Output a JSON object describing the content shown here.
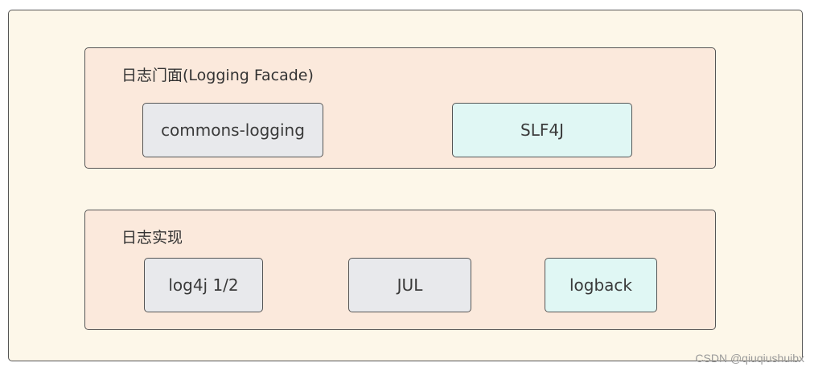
{
  "groups": {
    "facade": {
      "title": "日志门面(Logging Facade)",
      "nodes": [
        "commons-logging",
        "SLF4J"
      ]
    },
    "implementation": {
      "title": "日志实现",
      "nodes": [
        "log4j 1/2",
        "JUL",
        "logback"
      ]
    }
  },
  "watermark": "CSDN @qiuqiushuibx",
  "colors": {
    "outer_background": "#fdf7e9",
    "group_background": "#fbe9dc",
    "node_gray": "#e8e9ec",
    "node_cyan": "#e0f7f4",
    "border": "#555555"
  }
}
